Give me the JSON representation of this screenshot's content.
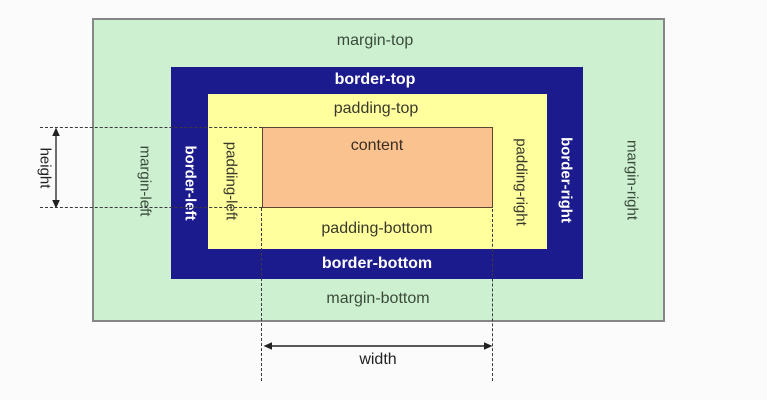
{
  "box_model": {
    "margin": {
      "fill": "#cdf1d0",
      "text_color": "#3a4a3a",
      "label_top": "margin-top",
      "label_bottom": "margin-bottom",
      "label_left": "margin-left",
      "label_right": "margin-right"
    },
    "border": {
      "fill": "#1b1b8e",
      "text_color": "#ffffff",
      "label_top": "border-top",
      "label_bottom": "border-bottom",
      "label_left": "border-left",
      "label_right": "border-right"
    },
    "padding": {
      "fill": "#ffff9d",
      "text_color": "#39392b",
      "label_top": "padding-top",
      "label_bottom": "padding-bottom",
      "label_left": "padding-left",
      "label_right": "padding-right"
    },
    "content": {
      "fill": "#f9c28e",
      "text_color": "#3a2e22",
      "label": "content"
    }
  },
  "measurements": {
    "height_label": "height",
    "width_label": "width",
    "guide_color": "#3a3a3a"
  }
}
